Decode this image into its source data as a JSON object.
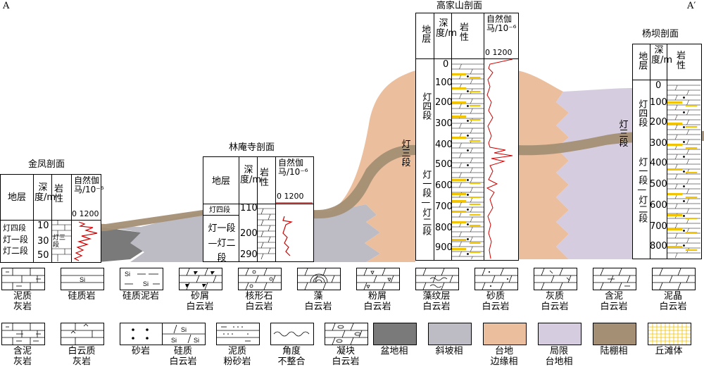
{
  "endpoints": {
    "left": "A",
    "right": "A′"
  },
  "sections": {
    "jinfeng": {
      "title": "金凤剖面",
      "headers": {
        "formation": "地层",
        "depth": "深度/m",
        "lith": "岩性",
        "gamma": "自然伽马/10⁻⁶",
        "gamma_scale": "0 1200"
      },
      "formations": [
        "灯四段",
        "灯一段",
        "灯二段"
      ],
      "depths": [
        "10",
        "30",
        "50"
      ],
      "lith_note": "灯三段"
    },
    "lin": {
      "title": "林庵寺剖面",
      "headers": {
        "formation": "地层",
        "depth": "深度/m",
        "lith": "岩性",
        "gamma": "自然伽马/10⁻⁶",
        "gamma_scale": "0 1200"
      },
      "formations": [
        "灯四段",
        "灯一段—灯二段"
      ],
      "depths": [
        "110",
        "200",
        "290"
      ]
    },
    "gao": {
      "title": "高家山剖面",
      "headers": {
        "formation": "地层",
        "depth": "深度/m",
        "lith": "岩性",
        "gamma": "自然伽马/10⁻⁶",
        "gamma_scale": "0 1200"
      },
      "formations": [
        "灯四段",
        "灯三段",
        "灯一段—灯二段"
      ],
      "depths": [
        "0",
        "100",
        "200",
        "300",
        "400",
        "500",
        "600",
        "700",
        "800",
        "900"
      ]
    },
    "yang": {
      "title": "杨坝剖面",
      "headers": {
        "formation": "地层",
        "depth": "深度/m",
        "lith": "岩性"
      },
      "formations": [
        "灯四段",
        "灯三段",
        "灯一段—灯二段"
      ],
      "depths": [
        "0",
        "100",
        "200",
        "300",
        "400",
        "500",
        "600",
        "700",
        "800"
      ]
    }
  },
  "legend": {
    "row1": [
      "泥质灰岩",
      "硅质岩",
      "硅质泥岩",
      "砂屑白云岩",
      "核形石白云岩",
      "藻白云岩",
      "粉屑白云岩",
      "藻纹层白云岩",
      "砂质白云岩",
      "灰质白云岩",
      "含泥白云岩",
      "泥晶白云岩"
    ],
    "row2": [
      "含泥灰岩",
      "白云质灰岩",
      "砂岩",
      "硅质白云岩",
      "泥质粉砂岩",
      "角度不整合",
      "凝块白云岩",
      "盆地相",
      "斜坡相",
      "台地边缘相",
      "局限台地相",
      "陆棚相",
      "丘滩体"
    ],
    "pattern_text": {
      "si": "Si"
    }
  },
  "colors": {
    "basin": "#7a7a7a",
    "slope": "#bdbcc4",
    "margin": "#ebbf9e",
    "restricted": "#d6cce0",
    "shelf": "#a48f74",
    "mound": "#f2c400",
    "gamma": "#d00000"
  }
}
